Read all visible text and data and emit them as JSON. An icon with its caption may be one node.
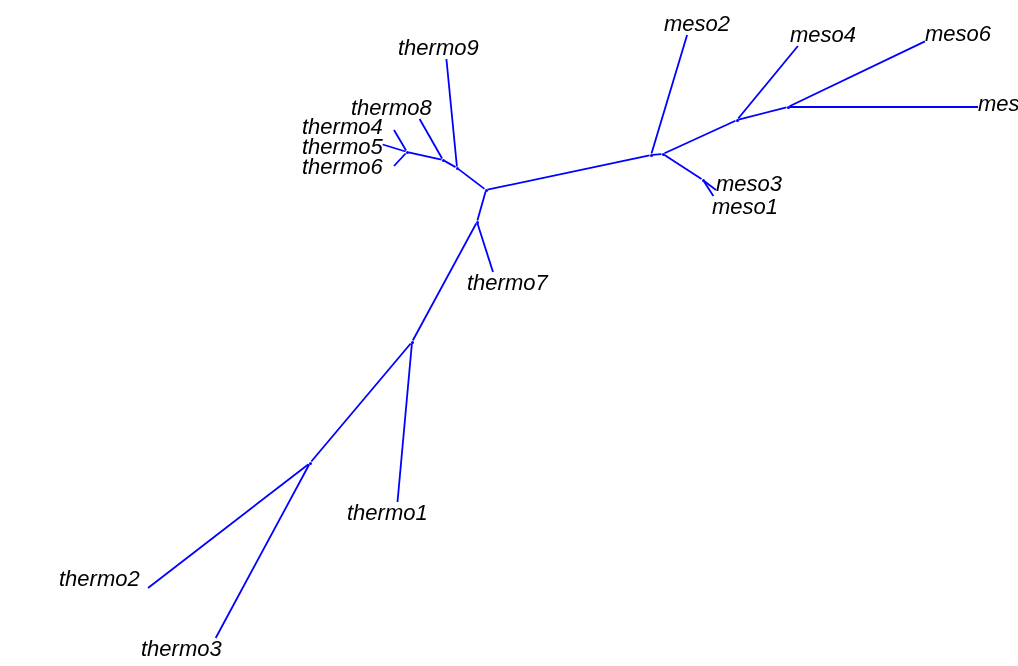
{
  "diagram": {
    "nodes": [
      {
        "text": [
          "meso2"
        ]
      },
      {
        "text": [
          "meso4"
        ]
      },
      {
        "text": [
          "meso6"
        ]
      },
      {
        "text": [
          "thermo9"
        ]
      },
      {
        "text": [
          "mes"
        ]
      },
      {
        "text": [
          "thermo8"
        ]
      },
      {
        "text": [
          "thermo4"
        ]
      },
      {
        "text": [
          "thermo5"
        ]
      },
      {
        "text": [
          "thermo6"
        ]
      },
      {
        "text": [
          "meso3"
        ]
      },
      {
        "text": [
          "meso1"
        ]
      },
      {
        "text": [
          "thermo7"
        ]
      },
      {
        "text": [
          "thermo1"
        ]
      },
      {
        "text": [
          "thermo2"
        ]
      },
      {
        "text": [
          "thermo3"
        ]
      },
      {
        "text": [],
        "shape": "circle"
      },
      {
        "text": [],
        "shape": "circle"
      },
      {
        "text": [],
        "shape": "circle"
      },
      {
        "text": [],
        "shape": "circle"
      },
      {
        "text": [],
        "shape": "circle"
      },
      {
        "text": [],
        "shape": "circle"
      },
      {
        "text": [],
        "shape": "circle"
      },
      {
        "text": [],
        "shape": "circle"
      },
      {
        "text": [],
        "shape": "circle"
      },
      {
        "text": [],
        "shape": "circle"
      },
      {
        "text": [],
        "shape": "circle"
      },
      {
        "text": [],
        "shape": "circle"
      }
    ],
    "edges": [
      {
        "from": 15,
        "to": 16,
        "arrow": "none"
      },
      {
        "from": 16,
        "to": 3,
        "arrow": "none"
      },
      {
        "from": 16,
        "to": 17,
        "arrow": "none"
      },
      {
        "from": 17,
        "to": 5,
        "arrow": "none"
      },
      {
        "from": 17,
        "to": 18,
        "arrow": "none"
      },
      {
        "from": 18,
        "to": 6,
        "arrow": "none"
      },
      {
        "from": 18,
        "to": 7,
        "arrow": "none"
      },
      {
        "from": 18,
        "to": 8,
        "arrow": "none"
      },
      {
        "from": 15,
        "to": 19,
        "arrow": "none"
      },
      {
        "from": 19,
        "to": 11,
        "arrow": "none"
      },
      {
        "from": 19,
        "to": 20,
        "arrow": "none"
      },
      {
        "from": 20,
        "to": 12,
        "arrow": "none"
      },
      {
        "from": 20,
        "to": 21,
        "arrow": "none"
      },
      {
        "from": 21,
        "to": 13,
        "arrow": "none"
      },
      {
        "from": 21,
        "to": 14,
        "arrow": "none"
      },
      {
        "from": 15,
        "to": 22,
        "arrow": "none"
      },
      {
        "from": 22,
        "to": 0,
        "arrow": "none"
      },
      {
        "from": 22,
        "to": 23,
        "arrow": "none"
      },
      {
        "from": 23,
        "to": 24,
        "arrow": "none"
      },
      {
        "from": 23,
        "to": 25,
        "arrow": "none"
      },
      {
        "from": 25,
        "to": 9,
        "arrow": "none"
      },
      {
        "from": 25,
        "to": 10,
        "arrow": "none"
      },
      {
        "from": 24,
        "to": 1,
        "arrow": "none"
      },
      {
        "from": 24,
        "to": 26,
        "arrow": "none"
      },
      {
        "from": 26,
        "to": 2,
        "arrow": "none"
      },
      {
        "from": 26,
        "to": 4,
        "arrow": "none"
      }
    ]
  }
}
